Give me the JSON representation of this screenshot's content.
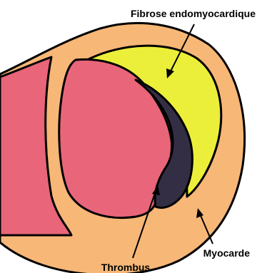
{
  "labels": {
    "fibrosis": "Fibrose endomyocardique",
    "myocardium": "Myocarde",
    "thrombus": "Thrombus"
  },
  "colors": {
    "myocardium": "#f7b777",
    "cavity": "#e9657a",
    "fibrosis": "#ecef3a",
    "thrombus": "#342e45",
    "outline": "#000000",
    "background": "#ffffff"
  }
}
